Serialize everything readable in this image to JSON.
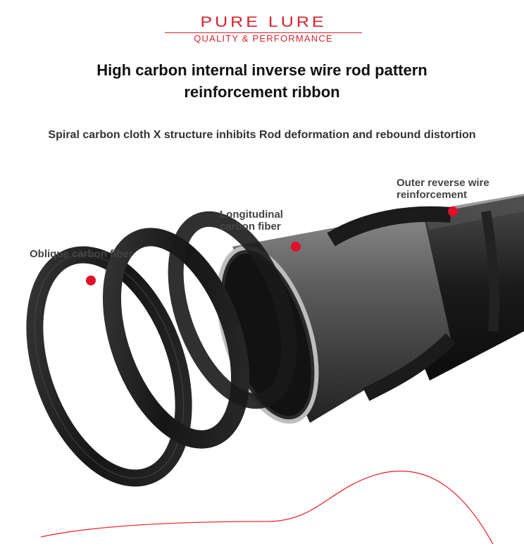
{
  "brand": {
    "name": "PURE LURE",
    "tagline": "QUALITY & PERFORMANCE",
    "color": "#d6232e"
  },
  "headline": {
    "line1": "High carbon internal inverse wire rod pattern",
    "line2": "reinforcement ribbon"
  },
  "subheadline": "Spiral carbon cloth X structure inhibits Rod deformation and rebound distortion",
  "callouts": {
    "oblique": "Oblique carbon fiber",
    "longitudinal_line1": "Longitudinal",
    "longitudinal_line2": "carbon fiber",
    "outer_line1": "Outer reverse wire",
    "outer_line2": "reinforcement"
  },
  "colors": {
    "marker": "#e0102a",
    "ribbon": "#1c1c1c",
    "core": "#5a5a5a",
    "accent_curve": "#e8303a"
  }
}
